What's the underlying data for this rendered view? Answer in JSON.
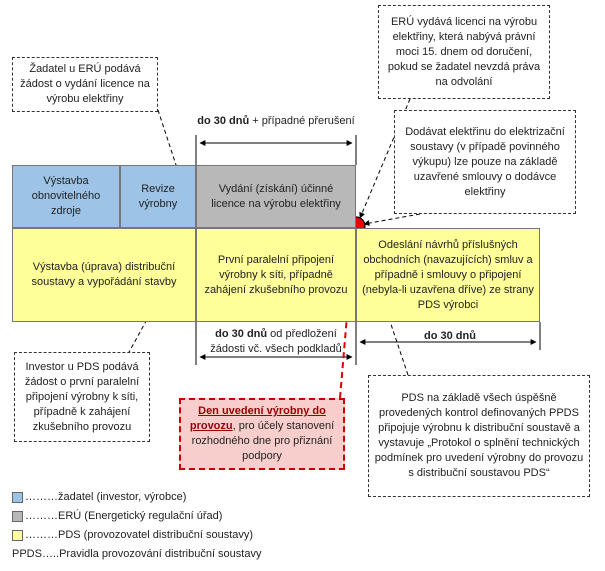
{
  "callouts": {
    "applicant": "Žadatel u ERÚ podává žádost o vydání licence na výrobu elektřiny",
    "license_valid": "ERÚ vydává licenci na výrobu elektřiny, která nabývá právní moci 15. dnem od doručení, pokud se žadatel nevzdá práva na odvolání",
    "supply": "Dodávat elektřinu do elektrizační soustavy (v případě povinného výkupu) lze pouze na základě uzavřené smlouvy o dodávce elektřiny",
    "investor": "Investor u PDS podává žádost o první paralelní připojení výrobny k síti, případně k zahájení zkušebního provozu",
    "pds_check": "PDS na základě všech úspěšně provedených kontrol definovaných PPDS připojuje výrobnu k distribuční soustavě a vystavuje „Protokol o splnění technických podmínek pro uvedení výrobny do provozu s distribuční soustavou PDS“"
  },
  "timing": {
    "top": {
      "bold": "do 30 dnů",
      "rest": " + případné přerušení"
    },
    "mid": {
      "bold": "do 30 dnů",
      "rest": " od předložení žádosti vč. všech podkladů"
    },
    "right": "do 30 dnů"
  },
  "blocks": {
    "construction": "Výstavba obnovitelného zdroje",
    "revision": "Revize výrobny",
    "license": "Vydání (získání) účinné licence na výrobu elektřiny",
    "distribution": "Výstavba (úprava) distribuční soustavy a vypořádání stavby",
    "first_connection": "První paralelní připojení výrobny k síti, případně zahájení zkušebního provozu",
    "send_proposals": "Odeslání návrhů příslušných obchodních (navazujících) smluv a případně i smlouvy o připojení (nebyla-li uzavřena dříve) ze strany PDS výrobci"
  },
  "start_day": {
    "title": "Den uvedení výrobny do provozu",
    "rest": ", pro účely stanovení rozhodného dne pro přiznání podpory"
  },
  "legend": [
    {
      "color": "#9DC3E6",
      "dots": "………",
      "text": "žadatel (investor, výrobce)"
    },
    {
      "color": "#B8B8B8",
      "dots": "………",
      "text": "ERÚ (Energetický regulační úřad)"
    },
    {
      "color": "#FFFF99",
      "dots": "………",
      "text": "PDS (provozovatel distribuční soustavy)"
    }
  ],
  "legend_ppds": {
    "abbr": "PPDS",
    "dots": "…..",
    "text": "Pravidla provozování distribuční soustavy"
  },
  "colors": {
    "applicant": "#9DC3E6",
    "regulator": "#B8B8B8",
    "operator": "#FFFF99",
    "milestone": "#EE0000"
  }
}
